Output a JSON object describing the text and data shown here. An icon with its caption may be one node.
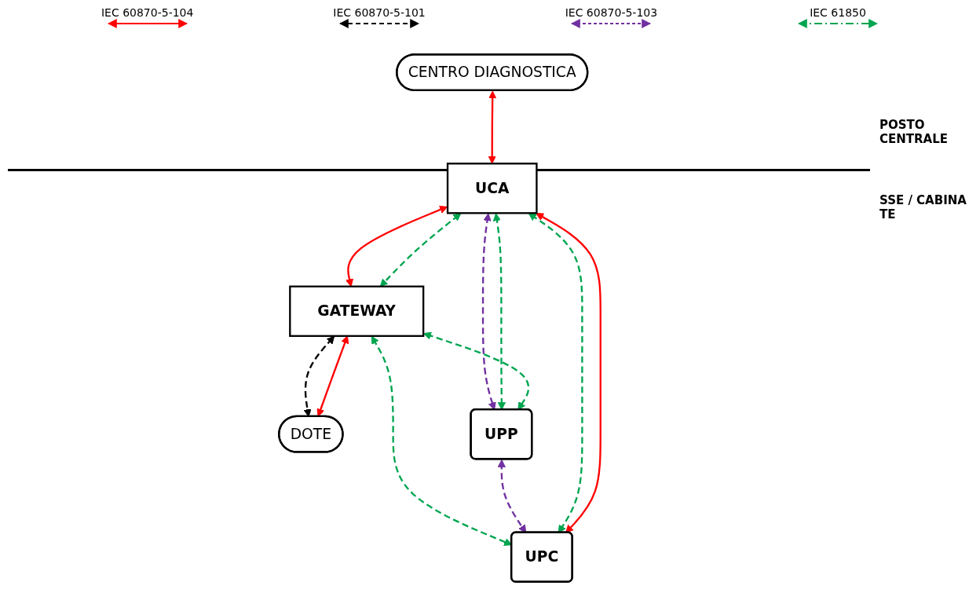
{
  "diagram": {
    "nodes": [
      {
        "text": [
          "CENTRO DIAGNOSTICA"
        ]
      },
      {
        "text": [
          "DOTE"
        ]
      },
      {
        "text": [
          "UCA"
        ]
      },
      {
        "text": [
          "GATEWAY"
        ]
      },
      {
        "text": [
          "UPP"
        ]
      },
      {
        "text": [
          "UPC"
        ]
      }
    ],
    "edges": [
      {
        "from": 0,
        "to": 2,
        "arrow": "both",
        "color": "#ff0000"
      },
      {
        "from": 1,
        "to": 3,
        "arrow": "both",
        "color": "#ff0000"
      },
      {
        "from": 3,
        "to": 1,
        "arrow": "both",
        "style": "dashed",
        "color": "#000000"
      },
      {
        "from": 2,
        "to": 3,
        "arrow": "both",
        "color": "#ff0000"
      },
      {
        "from": 2,
        "to": 3,
        "arrow": "both",
        "style": "dashed",
        "color": "#00a550"
      },
      {
        "from": 2,
        "to": 4,
        "arrow": "both",
        "style": "dashed",
        "color": "#7030a0"
      },
      {
        "from": 2,
        "to": 4,
        "arrow": "both",
        "style": "dashed",
        "color": "#00a550"
      },
      {
        "from": 3,
        "to": 4,
        "arrow": "both",
        "style": "dashed",
        "color": "#00a550"
      },
      {
        "from": 3,
        "to": 5,
        "arrow": "both",
        "style": "dashed",
        "color": "#00a550"
      },
      {
        "from": 4,
        "to": 5,
        "arrow": "both",
        "style": "dashed",
        "color": "#7030a0"
      },
      {
        "from": 2,
        "to": 5,
        "arrow": "both",
        "style": "dashed",
        "color": "#00a550"
      },
      {
        "from": 2,
        "to": 5,
        "arrow": "both",
        "color": "#ff0000"
      }
    ],
    "labels": [
      "POSTO CENTRALE",
      "SSE / CABINA TE"
    ],
    "legend": [
      {
        "text": "IEC 60870-5-104"
      },
      {
        "text": "IEC 60870-5-101"
      },
      {
        "text": "IEC 60870-5-103"
      },
      {
        "text": "IEC 61850"
      }
    ]
  }
}
